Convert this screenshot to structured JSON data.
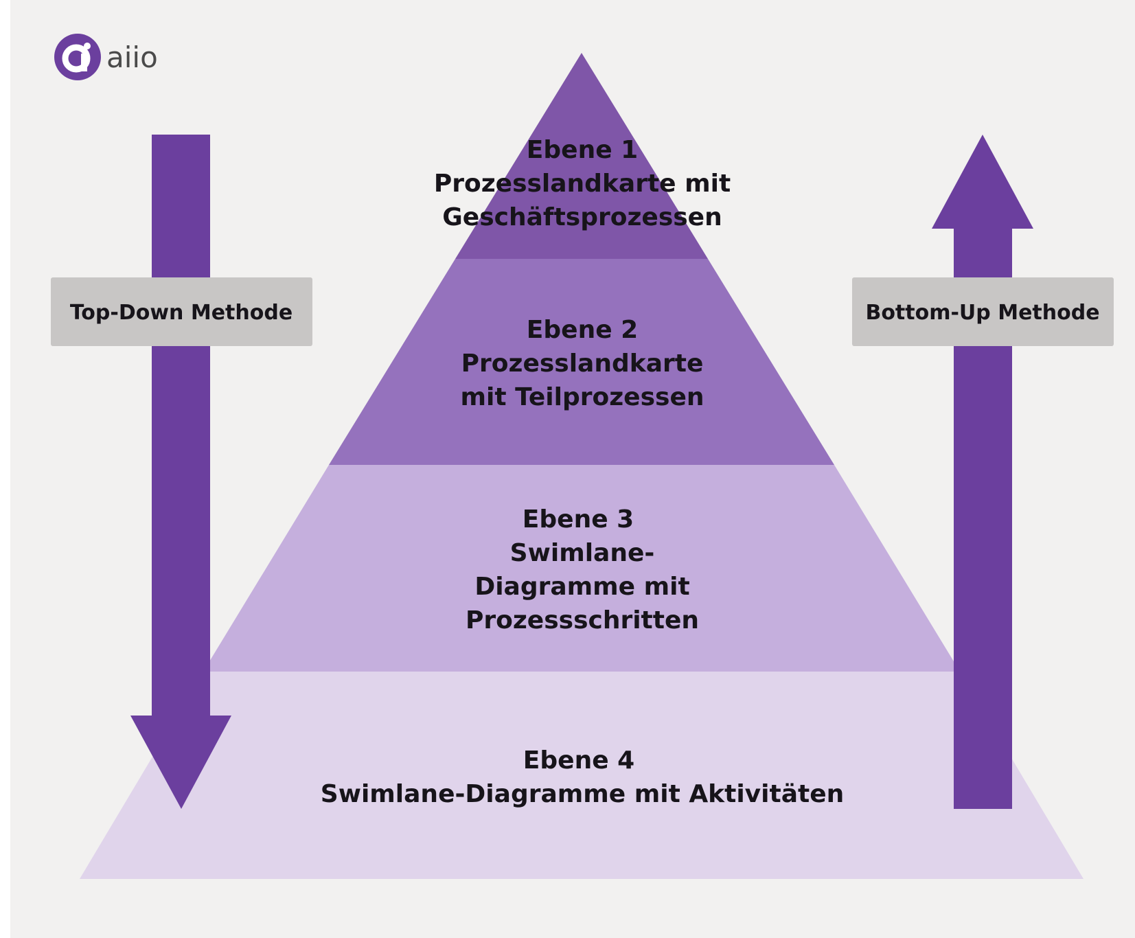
{
  "logo": {
    "name": "aiio"
  },
  "methods": {
    "top_down": "Top-Down Methode",
    "bottom_up": "Bottom-Up Methode"
  },
  "levels": [
    {
      "title": "Ebene 1",
      "lines": [
        "Prozesslandkarte mit",
        "Geschäftsprozessen"
      ]
    },
    {
      "title": "Ebene 2",
      "lines": [
        "Prozesslandkarte",
        "mit Teilprozessen"
      ]
    },
    {
      "title": "Ebene 3",
      "lines": [
        "Swimlane-",
        "Diagramme mit",
        "Prozessschritten"
      ]
    },
    {
      "title": "Ebene 4",
      "lines": [
        "Swimlane-Diagramme mit Aktivitäten"
      ]
    }
  ],
  "colors": {
    "background": "#f2f1f0",
    "level1": "#7f56a8",
    "level2": "#9572bd",
    "level3": "#c5afdd",
    "level4": "#e0d4eb",
    "arrow": "#6b3f9e",
    "label_box": "#c8c6c5",
    "logo": "#6b3f9e"
  }
}
